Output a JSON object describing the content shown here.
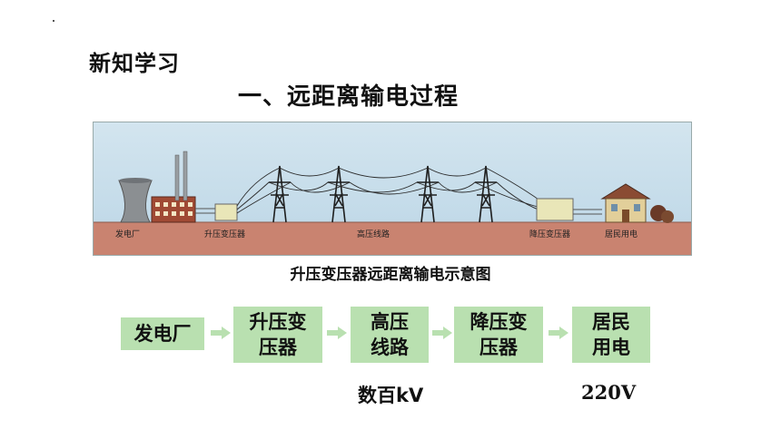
{
  "section_label": "新知学习",
  "lesson_title": "一、远距离输电过程",
  "illustration": {
    "labels": {
      "plant": "发电厂",
      "step_up": "升压变压器",
      "hv_line": "高压线路",
      "step_down": "降压变压器",
      "residential": "居民用电"
    },
    "caption": "升压变压器远距离输电示意图"
  },
  "flow": {
    "steps": [
      "发电厂",
      "升压变\n压器",
      "高压\n线路",
      "降压变\n压器",
      "居民\n用电"
    ],
    "hv_voltage": "数百kV",
    "home_voltage": "220V"
  },
  "colors": {
    "step_box": "#b9e0b0",
    "arrow": "#b9e0b0",
    "sky": "#c4dbe8",
    "ground": "#c98370"
  }
}
